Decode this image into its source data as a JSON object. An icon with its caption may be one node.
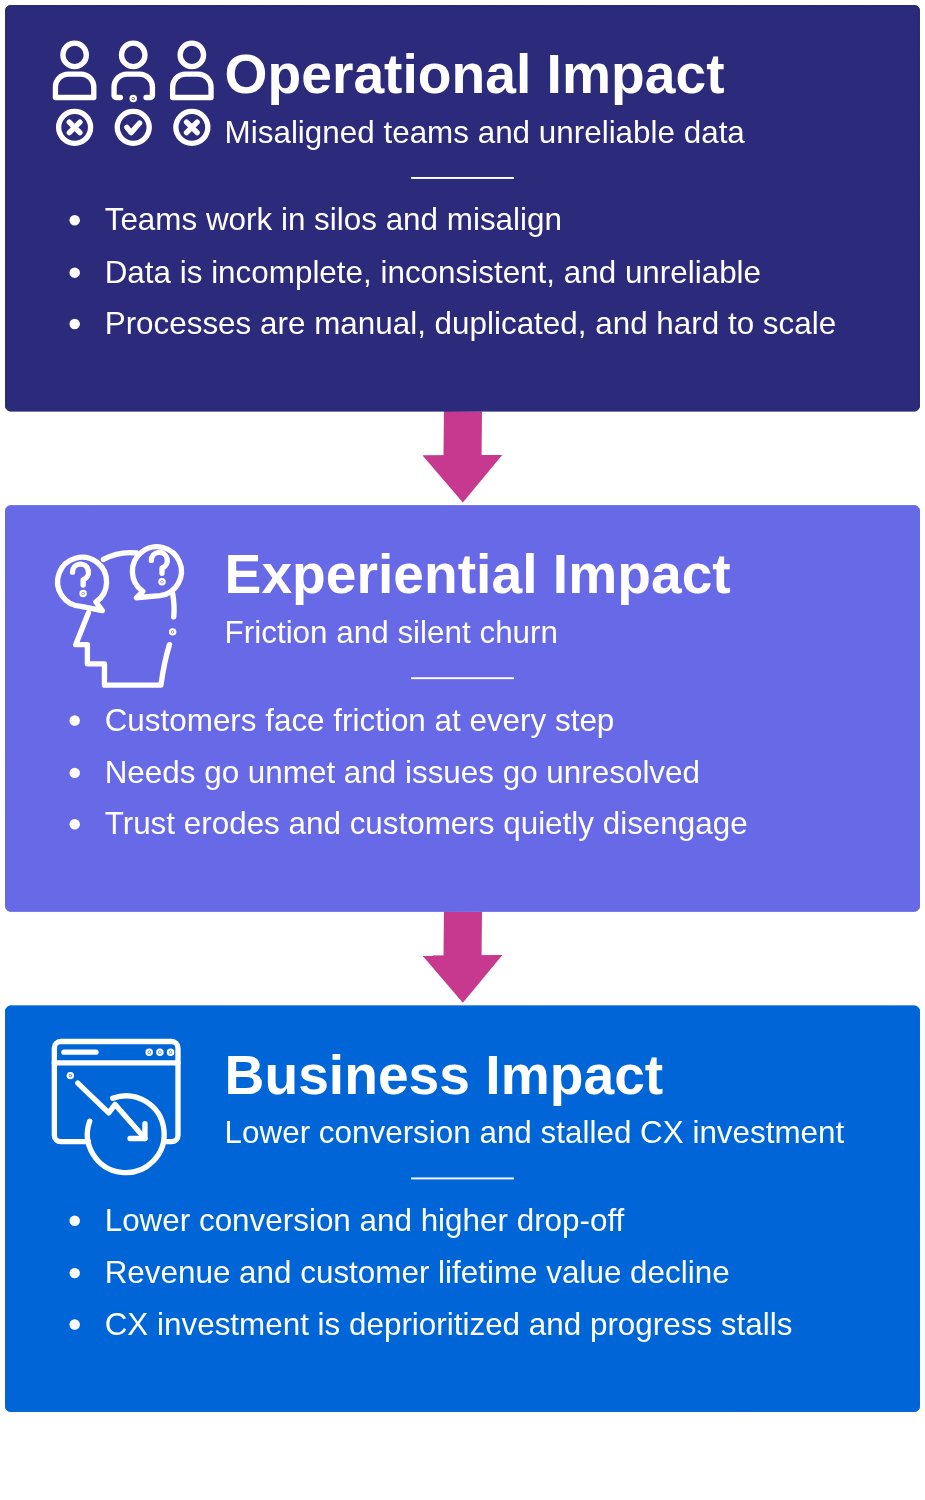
{
  "diagram": {
    "nodes": [
      {
        "text": [
          "Operational Impact",
          "Misaligned teams and unreliable data",
          "Teams work in silos and misalign",
          "Data is incomplete, inconsistent, and unreliable",
          "Processes are manual, duplicated, and hard to scale"
        ]
      },
      {
        "text": [
          "Experiential Impact",
          "Friction and silent churn",
          "Customers face friction at every step",
          "Needs go unmet and issues go unresolved",
          "Trust erodes and customers quietly disengage"
        ]
      },
      {
        "text": [
          "Business Impact",
          "Lower conversion and stalled CX investment",
          "Lower conversion and higher drop-off",
          "Revenue and customer lifetime value decline",
          "CX investment is deprioritized and progress stalls"
        ]
      }
    ],
    "edges": [
      {
        "from": 0,
        "to": 1,
        "arrow": "to"
      },
      {
        "from": 1,
        "to": 2,
        "arrow": "to"
      }
    ]
  }
}
